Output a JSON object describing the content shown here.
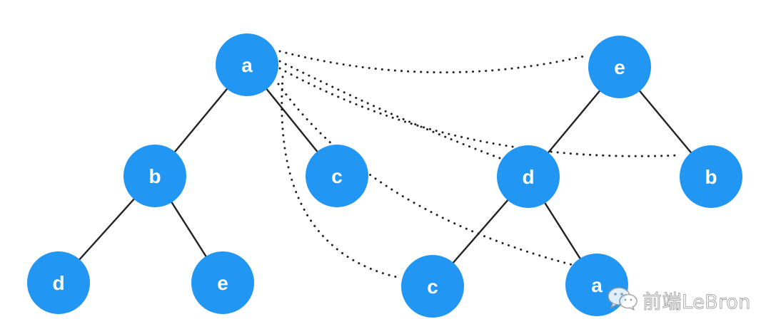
{
  "diagram": {
    "left_tree": {
      "nodes": [
        {
          "id": "L_a",
          "label": "a"
        },
        {
          "id": "L_b",
          "label": "b"
        },
        {
          "id": "L_c",
          "label": "c"
        },
        {
          "id": "L_d",
          "label": "d"
        },
        {
          "id": "L_e",
          "label": "e"
        }
      ],
      "edges": [
        [
          "L_a",
          "L_b"
        ],
        [
          "L_a",
          "L_c"
        ],
        [
          "L_b",
          "L_d"
        ],
        [
          "L_b",
          "L_e"
        ]
      ]
    },
    "right_tree": {
      "nodes": [
        {
          "id": "R_e",
          "label": "e"
        },
        {
          "id": "R_d",
          "label": "d"
        },
        {
          "id": "R_b",
          "label": "b"
        },
        {
          "id": "R_c",
          "label": "c"
        },
        {
          "id": "R_a",
          "label": "a"
        }
      ],
      "edges": [
        [
          "R_e",
          "R_d"
        ],
        [
          "R_e",
          "R_b"
        ],
        [
          "R_d",
          "R_c"
        ],
        [
          "R_d",
          "R_a"
        ]
      ]
    },
    "comparisons": [
      [
        "L_a",
        "R_e"
      ],
      [
        "L_a",
        "R_d"
      ],
      [
        "L_a",
        "R_b"
      ],
      [
        "L_a",
        "R_c"
      ],
      [
        "L_a",
        "R_a"
      ]
    ],
    "node_color": "#2196f3",
    "edge_color": "#222222"
  },
  "watermark": {
    "text": "前端LeBron",
    "icon": "wechat-icon"
  }
}
